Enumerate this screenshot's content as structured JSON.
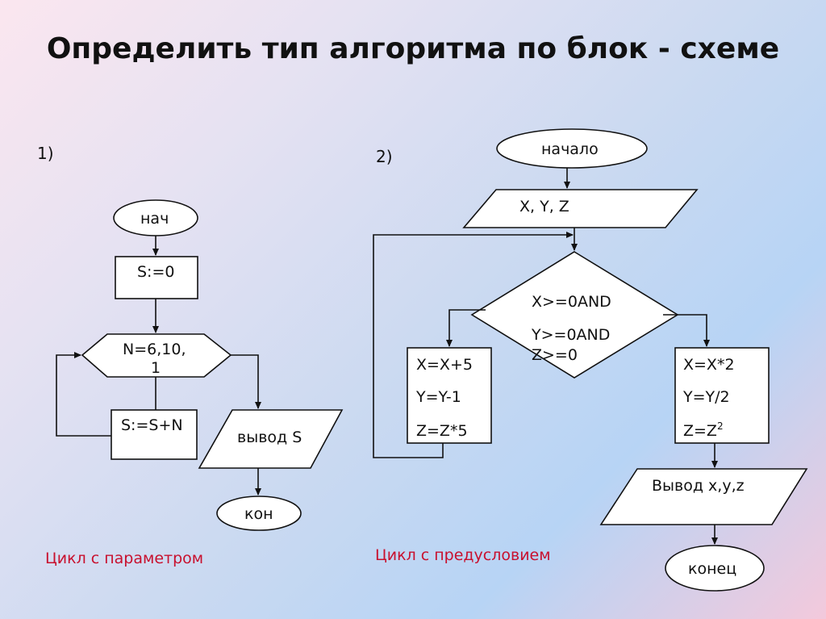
{
  "title": "Определить тип алгоритма по блок - схеме",
  "diagram1": {
    "number": "1)",
    "start": "нач",
    "init": "S:=0",
    "loop_line1": "N=6,10,",
    "loop_line2": "1",
    "body": "S:=S+N",
    "output": "вывод S",
    "end": "кон",
    "caption": "Цикл с параметром"
  },
  "diagram2": {
    "number": "2)",
    "start": "начало",
    "input": "X, Y, Z",
    "cond_line1": "X>=0AND",
    "cond_line2": "Y>=0AND",
    "cond_line3": "Z>=0",
    "left_line1": "X=X+5",
    "left_line2": "Y=Y-1",
    "left_line3": "Z=Z*5",
    "right_line1": "X=X*2",
    "right_line2": "Y=Y/2",
    "right_line3": "Z=Z",
    "right_line3_sup": "2",
    "output": "Вывод x,y,z",
    "end": "конец",
    "caption": "Цикл с предусловием"
  }
}
